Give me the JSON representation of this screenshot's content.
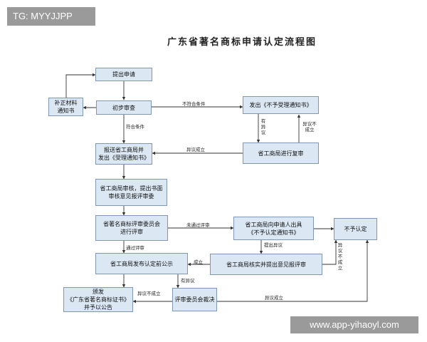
{
  "tag_label": "TG: MYYJJPP",
  "watermark": "www.app-yihaoyl.com",
  "title": "广东省著名商标申请认定流程图",
  "nodes": {
    "apply": "提出申请",
    "supplement": "补正材料\n通知书",
    "prelim_review": "初步审查",
    "reject_notice": "发出《不予受理通知书》",
    "bureau_rereview": "省工商局进行复审",
    "submit_accept": "报送省工商局并\n发出《受理通知书》",
    "bureau_review": "省工商局审核，提出书面\n审核意见报评审委",
    "committee_review": "省著名商标评审委员会\n进行评审",
    "bureau_not_recognize": "省工商局向申请人出具\n《不予认定通知书》",
    "not_recognize": "不予认定",
    "publicize": "省工商局发布认定前公示",
    "verify_objection": "省工商局核实并提出意见报评审",
    "issue": "颁发\n《广东省著名商标证书》\n并予以公告",
    "committee_ruling": "评审委员会裁决"
  },
  "edge_labels": {
    "not_qualified": "不符合条件",
    "qualified": "符合条件",
    "objection": "有异议",
    "objection_rejected": "异议不成立",
    "objection_upheld": "异议成立",
    "not_passed": "未通过评审",
    "passed": "通过评审",
    "raise_objection": "提出异议",
    "upheld": "成立",
    "has_objection": "有异议"
  }
}
